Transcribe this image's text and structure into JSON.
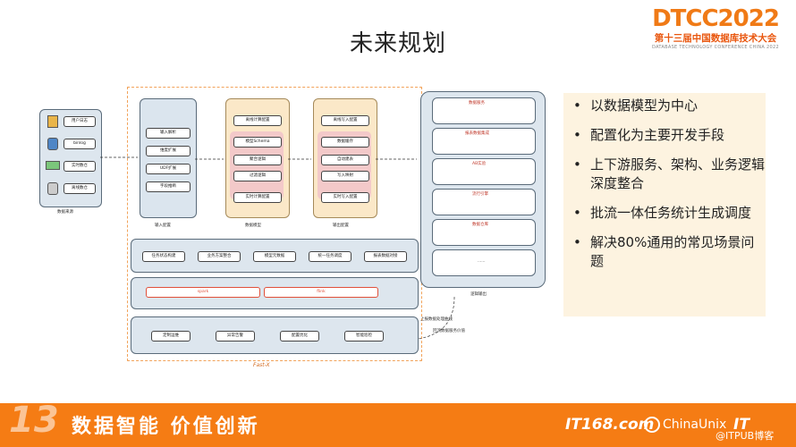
{
  "title": "未来规划",
  "logo": {
    "brand": "DTCC2022",
    "subtitle": "第十三届中国数据库技术大会",
    "english": "DATABASE TECHNOLOGY CONFERENCE CHINA 2022"
  },
  "diagram": {
    "sources": {
      "items": [
        "用户日志",
        "binlog",
        "实时数仓",
        "离线数仓"
      ],
      "caption": "数据来源"
    },
    "input_config": {
      "items": [
        "输入解析",
        "维度扩展",
        "UDF扩展",
        "字段推断"
      ],
      "caption": "输入配置"
    },
    "data_model": {
      "items": [
        "离线计算配置",
        "模型Schema",
        "聚合逻辑",
        "过滤逻辑",
        "实时计算配置"
      ],
      "caption": "数据模型"
    },
    "output_config": {
      "items": [
        "离线写入配置",
        "数据缓存",
        "自动建表",
        "写入映射",
        "实时写入配置"
      ],
      "caption": "输出配置"
    },
    "output_systems": {
      "caption": "逻辑输出",
      "rows": [
        "数据服务",
        "报表数据集成",
        "AB实验",
        "流行引擎",
        "数据仓库",
        "......"
      ]
    },
    "features": [
      "任务状态构建",
      "业务方案整合",
      "模型元数据",
      "统一任务调度",
      "报表数据对接"
    ],
    "engines": [
      "spark",
      "flink"
    ],
    "ops": [
      "定制运维",
      "异常告警",
      "配置优化",
      "智能巡检"
    ],
    "framework_label": "Fast-X",
    "notes": [
      "上报数据处理曲线",
      "回流数据服务价值"
    ]
  },
  "bullets": [
    "以数据模型为中心",
    "配置化为主要开发手段",
    "上下游服务、架构、业务逻辑深度整合",
    "批流一体任务统计生成调度",
    "解决80%通用的常见场景问题"
  ],
  "footer": {
    "number": "13",
    "slogan": "数据智能 价值创新",
    "partner1": "IT168.com",
    "partner2": "ChinaUnix",
    "partner3": "IT",
    "watermark": "@ITPUB博客"
  },
  "colors": {
    "accent": "#f57c14",
    "panel_bg": "#fdf3e0",
    "diagram_border": "#f2a35a"
  }
}
